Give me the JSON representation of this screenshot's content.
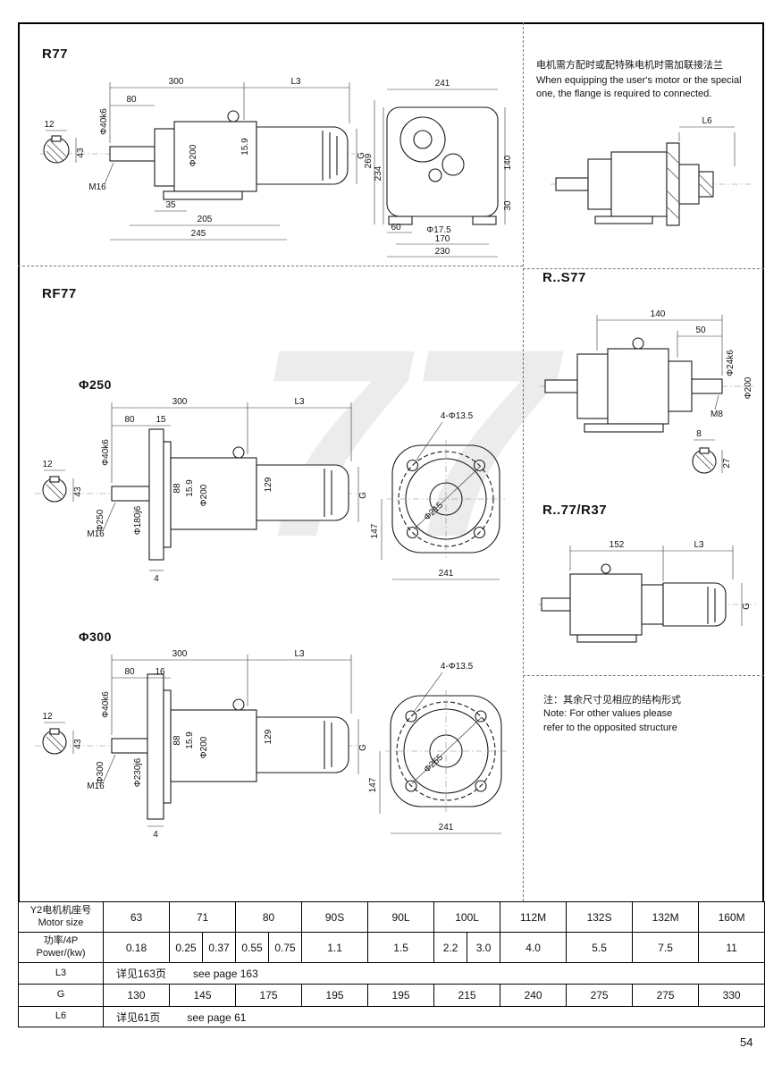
{
  "page": {
    "number": "54",
    "watermark": "77"
  },
  "flange_note": {
    "zh": "电机需方配时或配特殊电机时需加联接法兰",
    "en_line1": "When equipping the user's motor or the special",
    "en_line2": "one, the flange is required to connected."
  },
  "bottom_note": {
    "zh": "注：其余尺寸见相应的结构形式",
    "en_line1": "Note: For other values please",
    "en_line2": "refer to the opposited structure"
  },
  "r77": {
    "title": "R77",
    "side": {
      "len_total": "300",
      "len_l3": "L3",
      "len_80": "80",
      "shaft_dia": "Φ40k6",
      "key_w": "12",
      "key_h": "43",
      "thread": "M16",
      "d35": "35",
      "d205": "205",
      "d245": "245",
      "body_dia": "Φ200",
      "d159": "15.9",
      "g": "G"
    },
    "front": {
      "w241": "241",
      "h269": "269",
      "h234": "234",
      "h30": "30",
      "h140": "140",
      "d60": "60",
      "hole": "Φ17.5",
      "w170": "170",
      "w230": "230"
    }
  },
  "flange_drawing": {
    "l6": "L6"
  },
  "rs77": {
    "title": "R..S77",
    "len140": "140",
    "len50": "50",
    "shaft_dia": "Φ24k6",
    "body_dia": "Φ200",
    "thread": "M8",
    "key_w": "8",
    "key_h": "27"
  },
  "r77r37": {
    "title": "R..77/R37",
    "len152": "152",
    "len_l3": "L3",
    "g": "G"
  },
  "rf77": {
    "title": "RF77",
    "v250": {
      "title": "Φ250",
      "side": {
        "len_total": "300",
        "len_l3": "L3",
        "len_80": "80",
        "len_off": "15",
        "shaft_dia": "Φ40k6",
        "flange_dia": "Φ250",
        "spigot_dia": "Φ180j6",
        "d88": "88",
        "d159": "15.9",
        "body_dia": "Φ200",
        "d129": "129",
        "g": "G",
        "thread": "M16",
        "d4": "4",
        "key_w": "12",
        "key_h": "43"
      },
      "front": {
        "holes": "4-Φ13.5",
        "bolt_circle": "Φ215",
        "h147": "147",
        "w241": "241"
      }
    },
    "v300": {
      "title": "Φ300",
      "side": {
        "len_total": "300",
        "len_l3": "L3",
        "len_80": "80",
        "len_off": "16",
        "shaft_dia": "Φ40k6",
        "flange_dia": "Φ300",
        "spigot_dia": "Φ230j6",
        "d88": "88",
        "d159": "15.9",
        "body_dia": "Φ200",
        "d129": "129",
        "g": "G",
        "thread": "M16",
        "d4": "4",
        "key_w": "12",
        "key_h": "43"
      },
      "front": {
        "holes": "4-Φ13.5",
        "bolt_circle": "Φ265",
        "h147": "147",
        "w241": "241"
      }
    }
  },
  "table": {
    "row1_zh": "Y2电机机座号",
    "row1_en": "Motor size",
    "row2_zh": "功率/4P",
    "row2_en": "Power/(kw)",
    "motor_sizes": [
      "63",
      "71",
      "80",
      "90S",
      "90L",
      "100L",
      "112M",
      "132S",
      "132M",
      "160M"
    ],
    "power_values": [
      "0.18",
      "0.25",
      "0.37",
      "0.55",
      "0.75",
      "1.1",
      "1.5",
      "2.2",
      "3.0",
      "4.0",
      "5.5",
      "7.5",
      "11"
    ],
    "l3_label": "L3",
    "l3_zh": "详见163页",
    "l3_en": "see page 163",
    "g_label": "G",
    "g_values": [
      "130",
      "145",
      "175",
      "195",
      "195",
      "215",
      "240",
      "275",
      "275",
      "330"
    ],
    "l6_label": "L6",
    "l6_zh": "详见61页",
    "l6_en": "see page 61"
  }
}
